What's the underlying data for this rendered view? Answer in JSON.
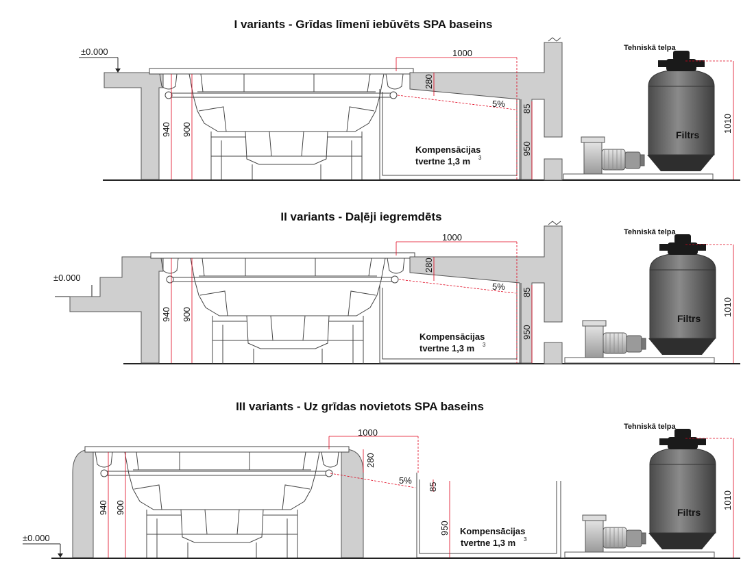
{
  "variants": [
    {
      "title": "I variants - Grīdas līmenī iebūvēts SPA baseins",
      "level": "±0.000",
      "tech_room": "Tehniskā telpa",
      "dims": {
        "d1000": "1000",
        "d280": "280",
        "d85": "85",
        "slope": "5%",
        "d940": "940",
        "d900": "900",
        "d950": "950",
        "d1010": "1010"
      },
      "tank_line1": "Kompensācijas",
      "tank_line2": "tvertne 1,3 m",
      "tank_sup": "3",
      "filter": "Filtrs"
    },
    {
      "title": "II variants - Daļēji iegremdēts",
      "level": "±0.000",
      "tech_room": "Tehniskā telpa",
      "dims": {
        "d1000": "1000",
        "d280": "280",
        "d85": "85",
        "slope": "5%",
        "d940": "940",
        "d900": "900",
        "d950": "950",
        "d1010": "1010"
      },
      "tank_line1": "Kompensācijas",
      "tank_line2": "tvertne 1,3 m",
      "tank_sup": "3",
      "filter": "Filtrs"
    },
    {
      "title": "III variants - Uz grīdas novietots SPA baseins",
      "level": "±0.000",
      "tech_room": "Tehniskā telpa",
      "dims": {
        "d1000": "1000",
        "d280": "280",
        "d85": "85",
        "slope": "5%",
        "d940": "940",
        "d900": "900",
        "d950": "950",
        "d1010": "1010"
      },
      "tank_line1": "Kompensācijas",
      "tank_line2": "tvertne 1,3 m",
      "tank_sup": "3",
      "filter": "Filtrs"
    }
  ],
  "colors": {
    "dimension": "#e0001a",
    "wall": "#cfcfcf",
    "filter_body": "#6e6e6e",
    "valve": "#1a1a1a"
  }
}
